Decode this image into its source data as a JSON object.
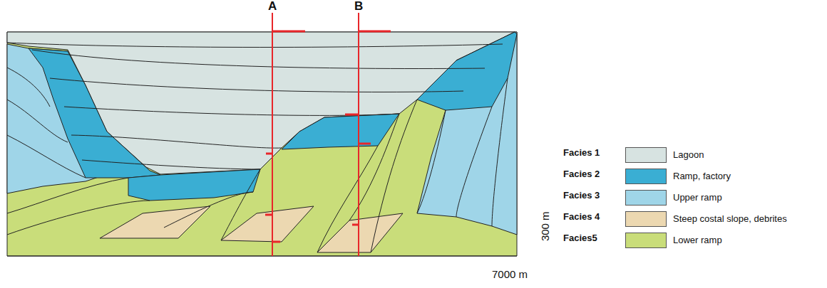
{
  "diagram": {
    "labels": [
      "A",
      "B",
      "Facies 1",
      "Facies 2",
      "Facies 3",
      "Facies 4",
      "Facies5",
      "300 m",
      "7000 m"
    ],
    "legend": [
      {
        "text": "Lagoon",
        "color": "#d7e3e1"
      },
      {
        "text": "Ramp, factory",
        "color": "#3aaed3"
      },
      {
        "text": "Upper ramp",
        "color": "#9fd5e8"
      },
      {
        "text": "Steep costal slope, debrites",
        "color": "#ecd8b1"
      },
      {
        "text": "Lower ramp",
        "color": "#c9dd7a"
      }
    ]
  }
}
